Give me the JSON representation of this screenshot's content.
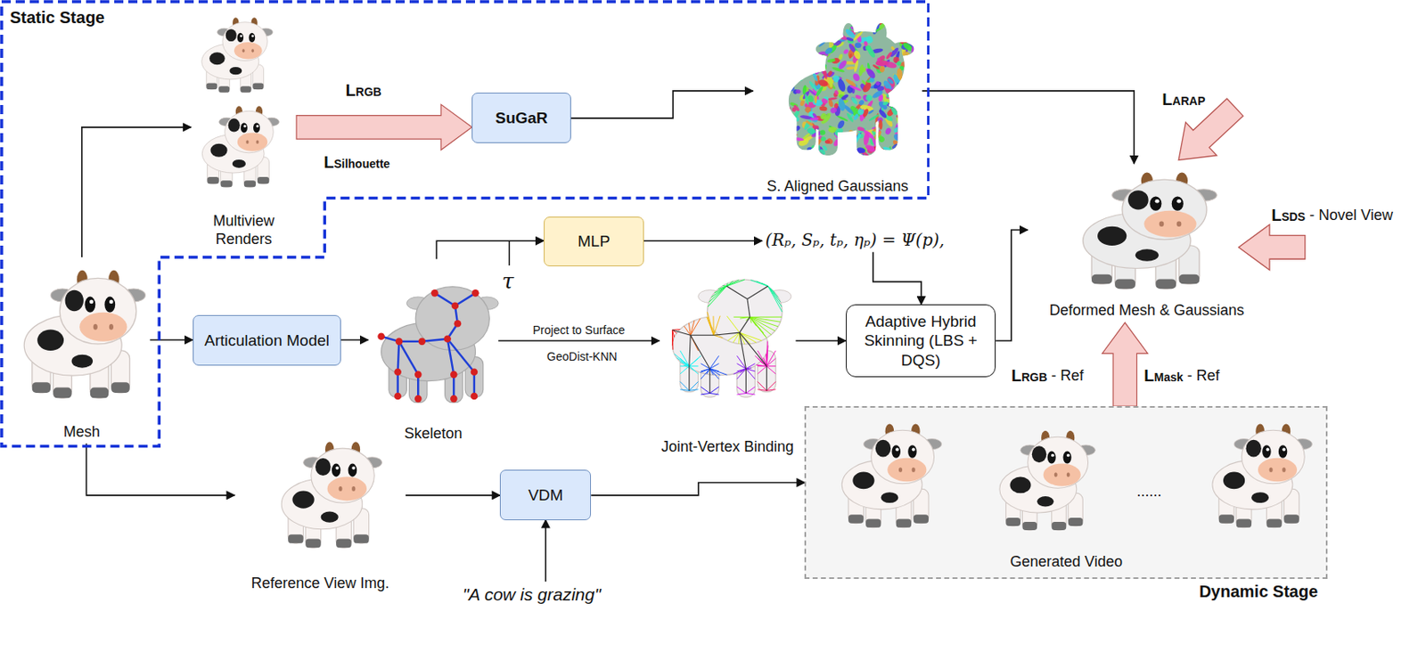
{
  "diagram": {
    "nodes": [
      {
        "text": [
          "Static Stage"
        ]
      },
      {
        "text": [
          "Multiview Renders"
        ],
        "in": 0
      },
      {
        "text": [
          "SuGaR"
        ],
        "in": 0
      },
      {
        "text": [
          "S. Aligned Gaussians"
        ],
        "in": 0
      },
      {
        "text": [
          "Mesh"
        ],
        "in": 0
      },
      {
        "text": [
          "Deformed Mesh & Gaussians"
        ]
      },
      {
        "text": [
          "Articulation Model"
        ]
      },
      {
        "text": [
          "Skeleton"
        ]
      },
      {
        "text": [
          "MLP"
        ]
      },
      {
        "text": [
          "(Rₚ, Sₚ, tₚ, ηₚ) = Ψ(p),"
        ]
      },
      {
        "text": [
          "Joint-Vertex Binding"
        ]
      },
      {
        "text": [
          "Adaptive Hybrid Skinning (LBS + DQS)"
        ]
      },
      {
        "text": [
          "Reference View Img."
        ]
      },
      {
        "text": [
          "VDM"
        ]
      },
      {
        "text": [
          "\"A cow is grazing\""
        ]
      },
      {
        "text": [
          "Generated Video",
          "Dynamic Stage"
        ]
      }
    ],
    "edges": [
      {
        "from": 4,
        "to": 1,
        "arrow": "to"
      },
      {
        "from": 1,
        "to": 2,
        "arrow": "to"
      },
      {
        "from": 2,
        "to": 3,
        "arrow": "to"
      },
      {
        "from": 3,
        "to": 5,
        "arrow": "to"
      },
      {
        "from": 4,
        "to": 6,
        "arrow": "to"
      },
      {
        "from": 6,
        "to": 7,
        "arrow": "to"
      },
      {
        "from": 7,
        "to": 8,
        "arrow": "to"
      },
      {
        "from": 8,
        "to": 9,
        "arrow": "to"
      },
      {
        "from": 7,
        "to": 10,
        "label": "Project to Surface",
        "arrow": "to"
      },
      {
        "from": 9,
        "to": 11,
        "arrow": "to"
      },
      {
        "from": 10,
        "to": 11,
        "arrow": "to"
      },
      {
        "from": 11,
        "to": 5,
        "arrow": "to"
      },
      {
        "from": 4,
        "to": 12,
        "arrow": "to"
      },
      {
        "from": 12,
        "to": 13,
        "arrow": "to"
      },
      {
        "from": 14,
        "to": 13,
        "arrow": "to"
      },
      {
        "from": 13,
        "to": 15,
        "arrow": "to"
      },
      {
        "from": 15,
        "to": 5,
        "arrow": "to"
      }
    ],
    "labels": [
      "LRGB",
      "LSilhouette",
      "LARAP",
      "LSDS",
      "- Novel View",
      "τ",
      "GeoDist-KNN",
      "LRGB",
      "- Ref",
      "LMask",
      "- Ref",
      "......"
    ]
  }
}
